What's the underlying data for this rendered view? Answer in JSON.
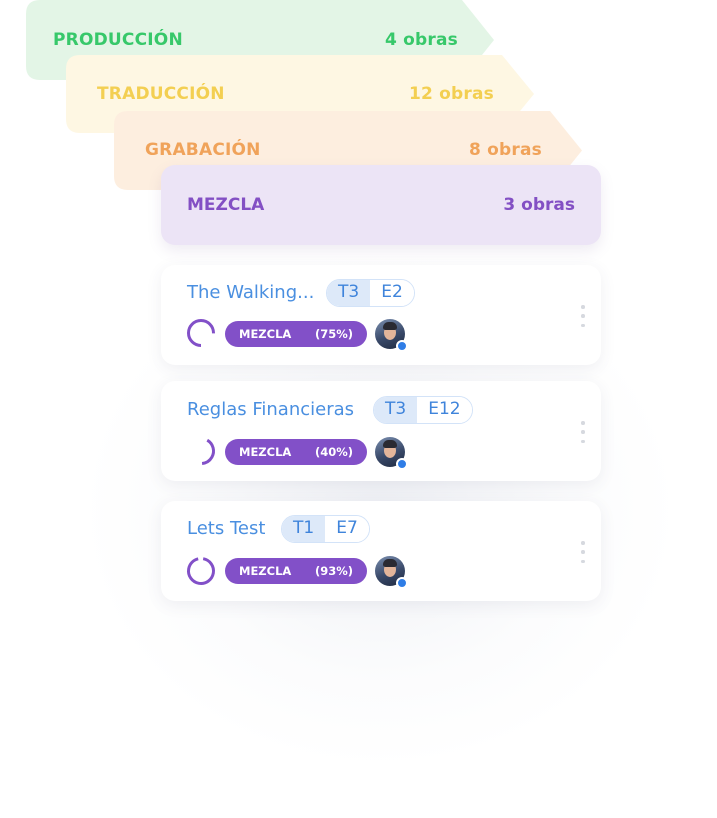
{
  "pipeline": {
    "stages": [
      {
        "label": "PRODUCCIÓN",
        "count": "4 obras",
        "color": "#37c86a",
        "fill": "#e3f5e6"
      },
      {
        "label": "TRADUCCIÓN",
        "count": "12 obras",
        "color": "#f3cf52",
        "fill": "#fef7e3"
      },
      {
        "label": "GRABACIÓN",
        "count": "8 obras",
        "color": "#f0a35a",
        "fill": "#fdeedf"
      },
      {
        "label": "MEZCLA",
        "count": "3 obras",
        "color": "#8350c4",
        "fill": "#ece4f6"
      }
    ]
  },
  "works": [
    {
      "title": "The Walking...",
      "season": "T3",
      "episode": "E2",
      "status": "MEZCLA",
      "progress_text": "(75%)",
      "progress": 0.75,
      "avatar": "user-avatar",
      "online": true
    },
    {
      "title": "Reglas Financieras",
      "season": "T3",
      "episode": "E12",
      "status": "MEZCLA",
      "progress_text": "(40%)",
      "progress": 0.4,
      "avatar": "user-avatar",
      "online": true
    },
    {
      "title": "Lets Test",
      "season": "T1",
      "episode": "E7",
      "status": "MEZCLA",
      "progress_text": "(93%)",
      "progress": 0.93,
      "avatar": "user-avatar",
      "online": true
    }
  ],
  "icons": {
    "menu": "more-vertical-icon",
    "progress": "progress-ring-icon"
  },
  "colors": {
    "accent": "#8250c8",
    "title": "#4a8fe0",
    "pill_bg": "#dde9f9"
  }
}
